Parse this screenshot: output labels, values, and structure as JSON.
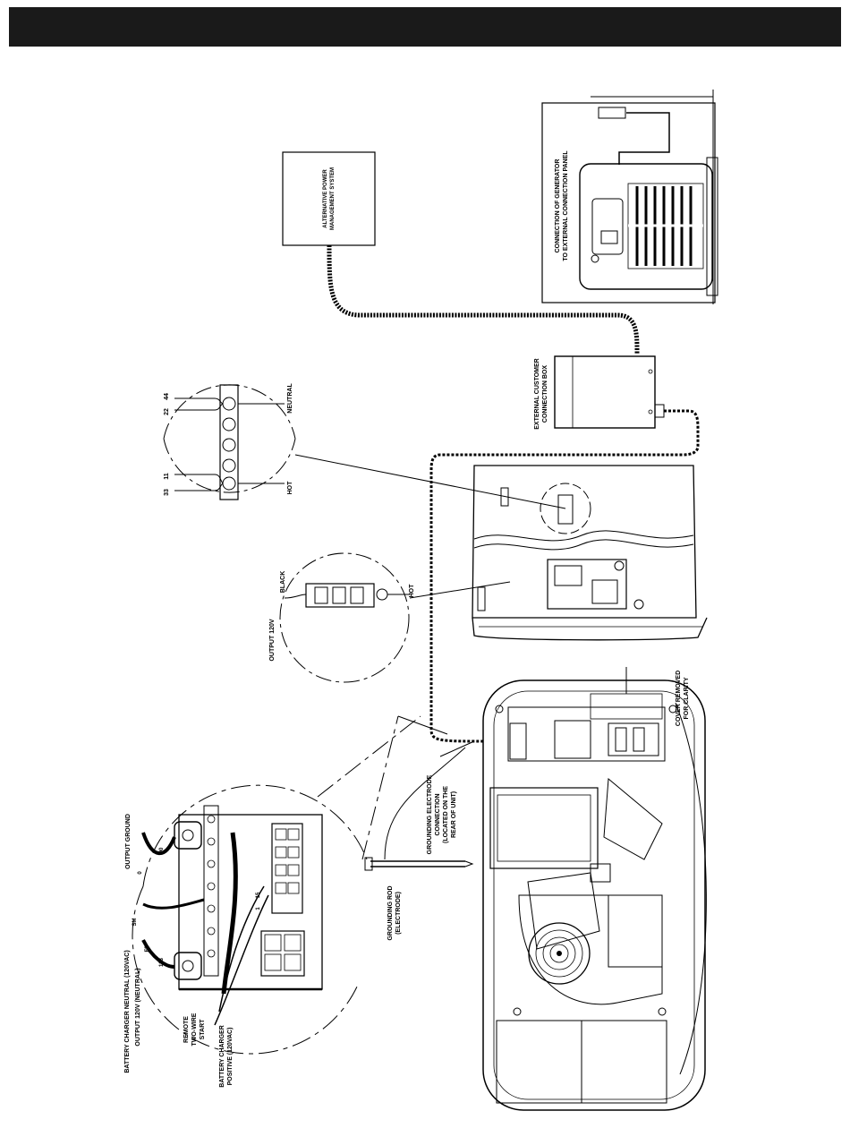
{
  "labels": {
    "ape_box_l1": "ALTERNATIVE POWER",
    "ape_box_l2": "MANAGEMENT SYSTEM",
    "panel_inset_l1": "CONNECTION OF GENERATOR",
    "panel_inset_l2": "TO EXTERNAL CONNECTION PANEL",
    "conn_box_l1": "EXTERNAL CUSTOMER",
    "conn_box_l2": "CONNECTION BOX",
    "term_22": "22",
    "term_44": "44",
    "term_11": "11",
    "term_33": "33",
    "neutral": "NEUTRAL",
    "hot_1": "HOT",
    "black": "BLACK",
    "hot_2": "HOT",
    "output_120v": "OUTPUT 120V",
    "output_ground": "OUTPUT GROUND",
    "grounding_l1": "GROUNDING ELECTRODE",
    "grounding_l2": "CONNECTION",
    "grounding_l3": "(LOCATED ON THE",
    "grounding_l4": "REAR OF UNIT)",
    "rod_l1": "GROUNDING ROD",
    "rod_l2": "(ELECTRODE)",
    "cover_l1": "COVER REMOVED",
    "cover_l2": "FOR CLARITY",
    "batt_neutral": "BATTERY CHARGER NEUTRAL (120VAC)",
    "output_neutral": "OUTPUT 120V (NEUTRAL)",
    "remote_l1": "REMOTE",
    "remote_l2": "TWO-WIRE",
    "remote_l3": "START",
    "batt_pos_l1": "BATTERY CHARGER",
    "batt_pos_l2": "POSITIVE (120VAC)",
    "wire_00": "00",
    "wire_0": "0",
    "wire_sm": "SM",
    "wire_f2": "F2",
    "wire_183": "183",
    "wire_15": "15",
    "wire_1": "1"
  },
  "colors": {
    "header": "#1a1a1a",
    "line": "#000000",
    "paper": "#ffffff"
  }
}
